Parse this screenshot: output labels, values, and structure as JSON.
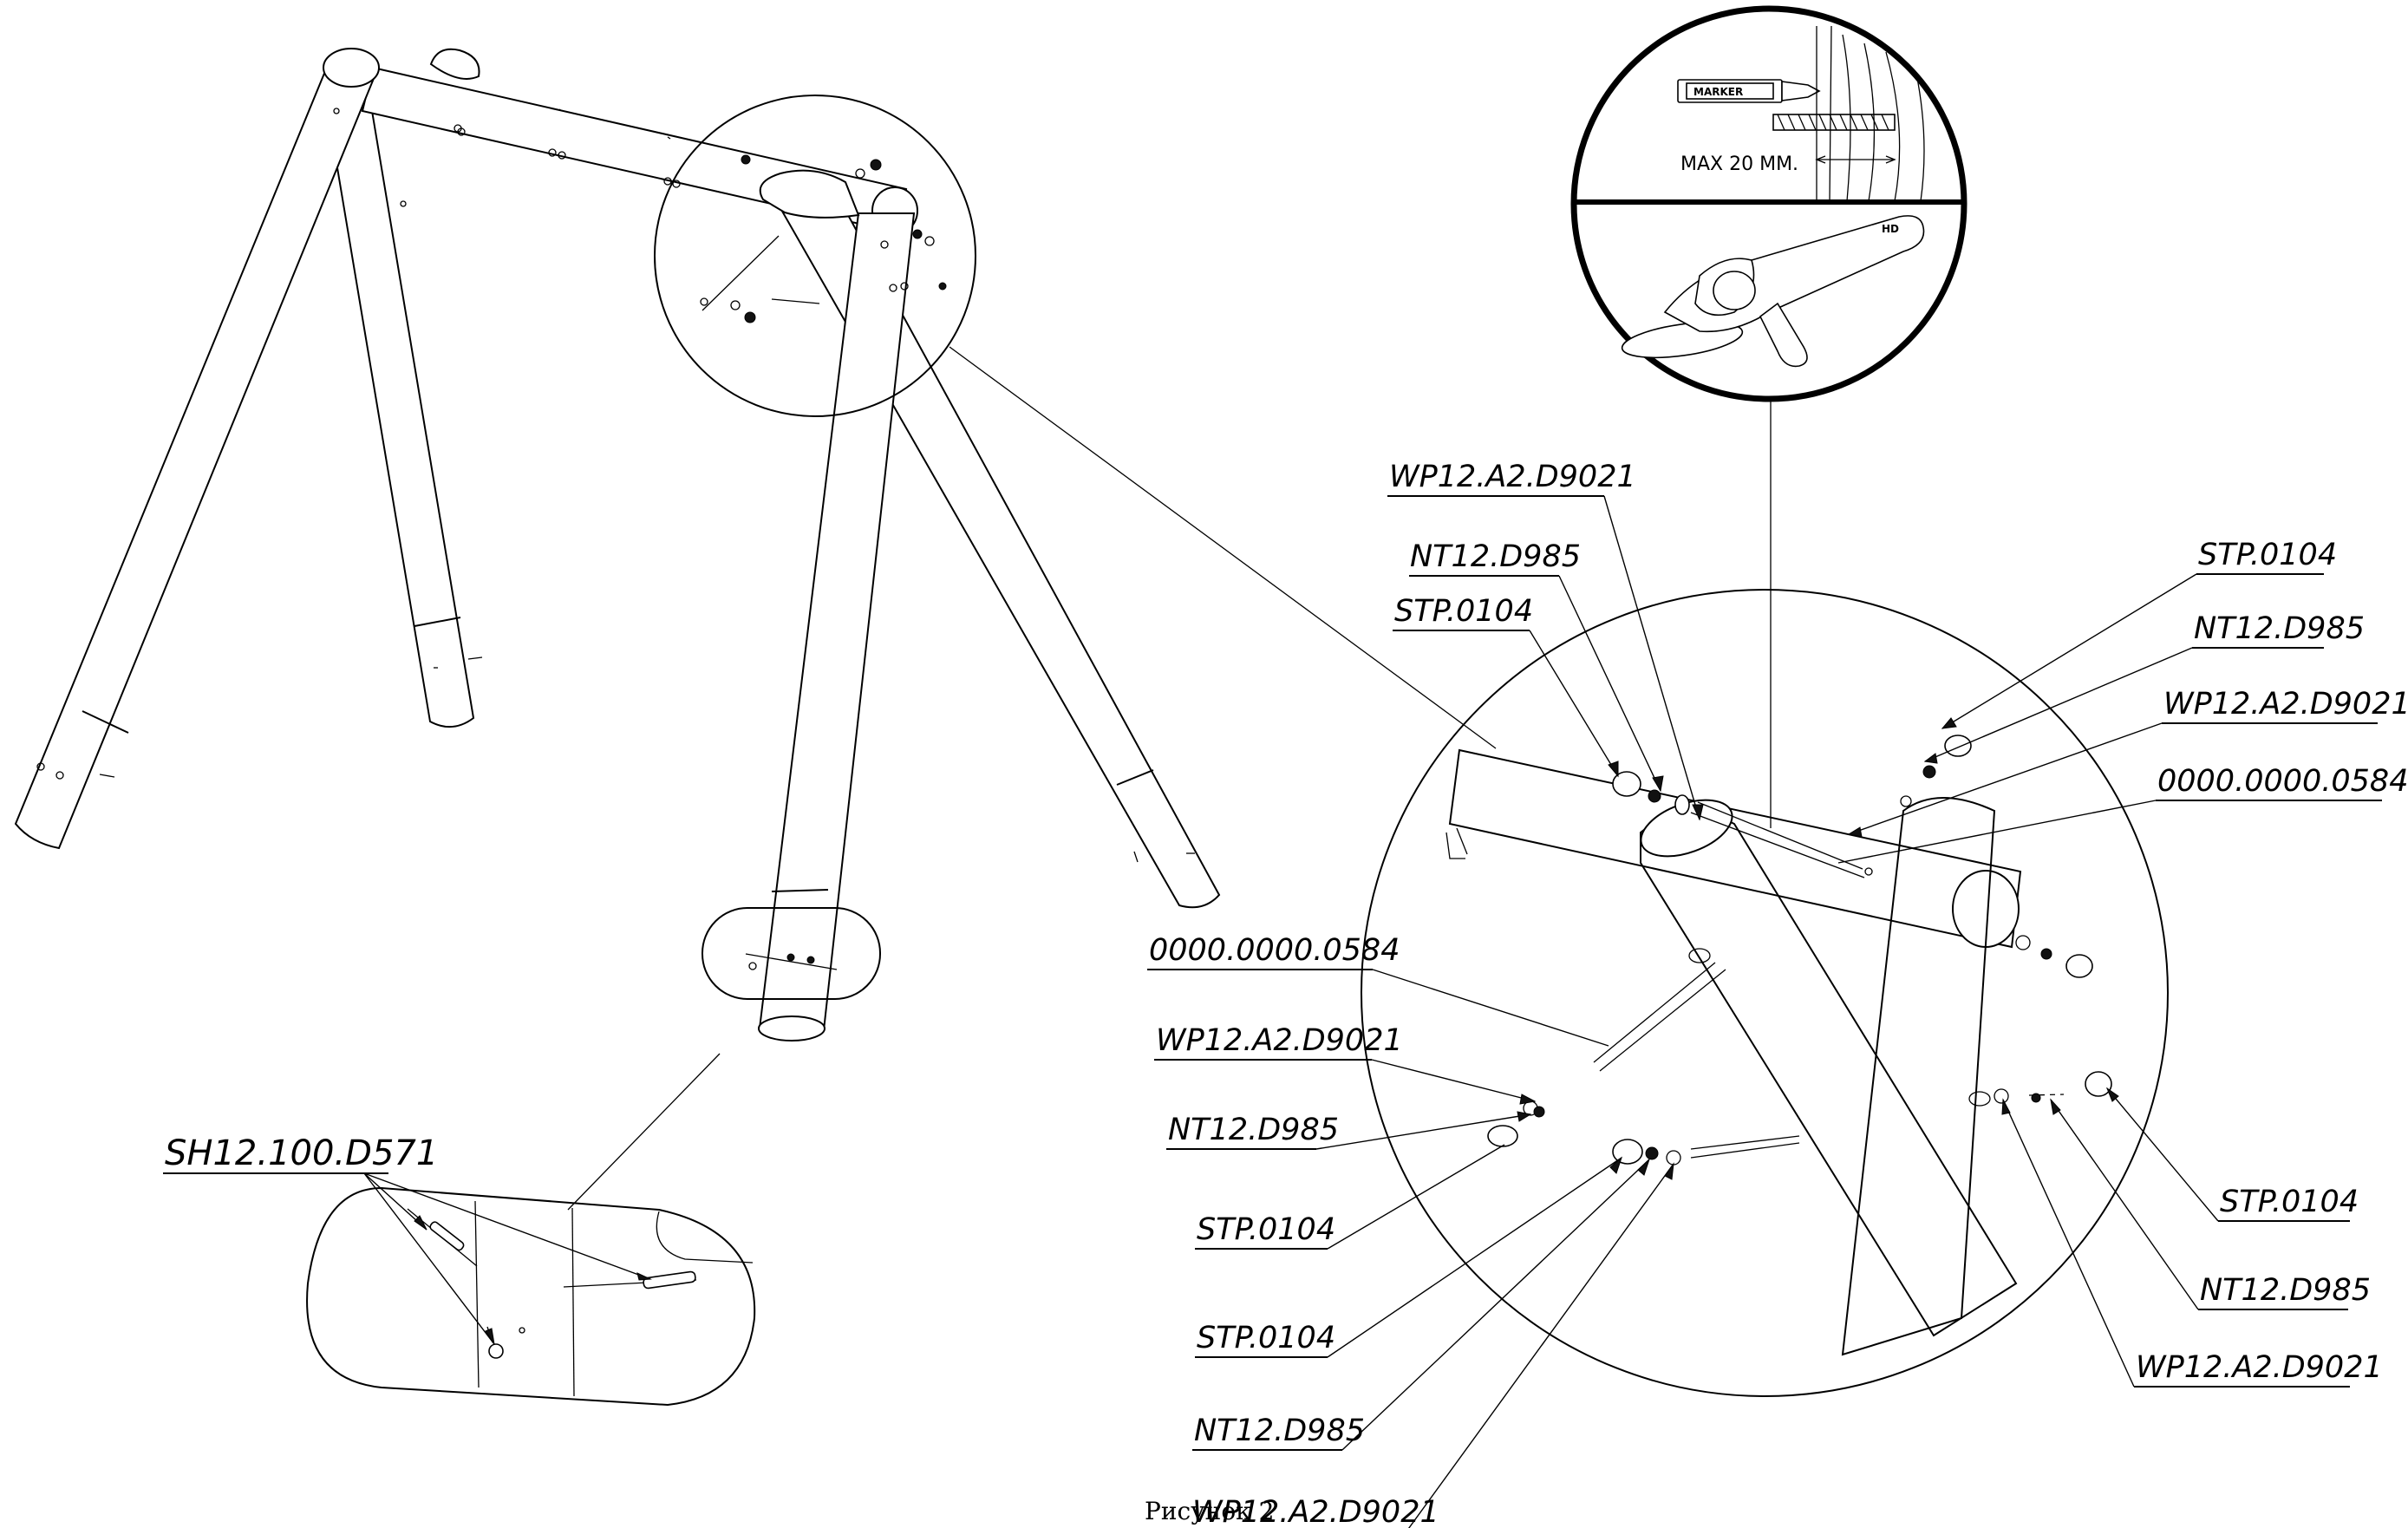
{
  "caption": "Рисунок 2",
  "inset": {
    "marker_label": "MARKER",
    "dimension_label": "MAX 20 MM.",
    "tool_mark": "HD"
  },
  "labels": {
    "top_left_wp": "WP12.A2.D9021",
    "top_left_nt": "NT12.D985",
    "top_left_stp": "STP.0104",
    "top_right_stp": "STP.0104",
    "top_right_nt": "NT12.D985",
    "top_right_wp": "WP12.A2.D9021",
    "top_right_rod": "0000.0000.0584",
    "mid_rod": "0000.0000.0584",
    "mid_wp": "WP12.A2.D9021",
    "mid_nt": "NT12.D985",
    "mid_stp": "STP.0104",
    "bot_stp": "STP.0104",
    "bot_nt": "NT12.D985",
    "bot_wp": "WP12.A2.D9021",
    "right_stp": "STP.0104",
    "right_nt": "NT12.D985",
    "right_wp": "WP12.A2.D9021",
    "screw": "SH12.100.D571"
  }
}
